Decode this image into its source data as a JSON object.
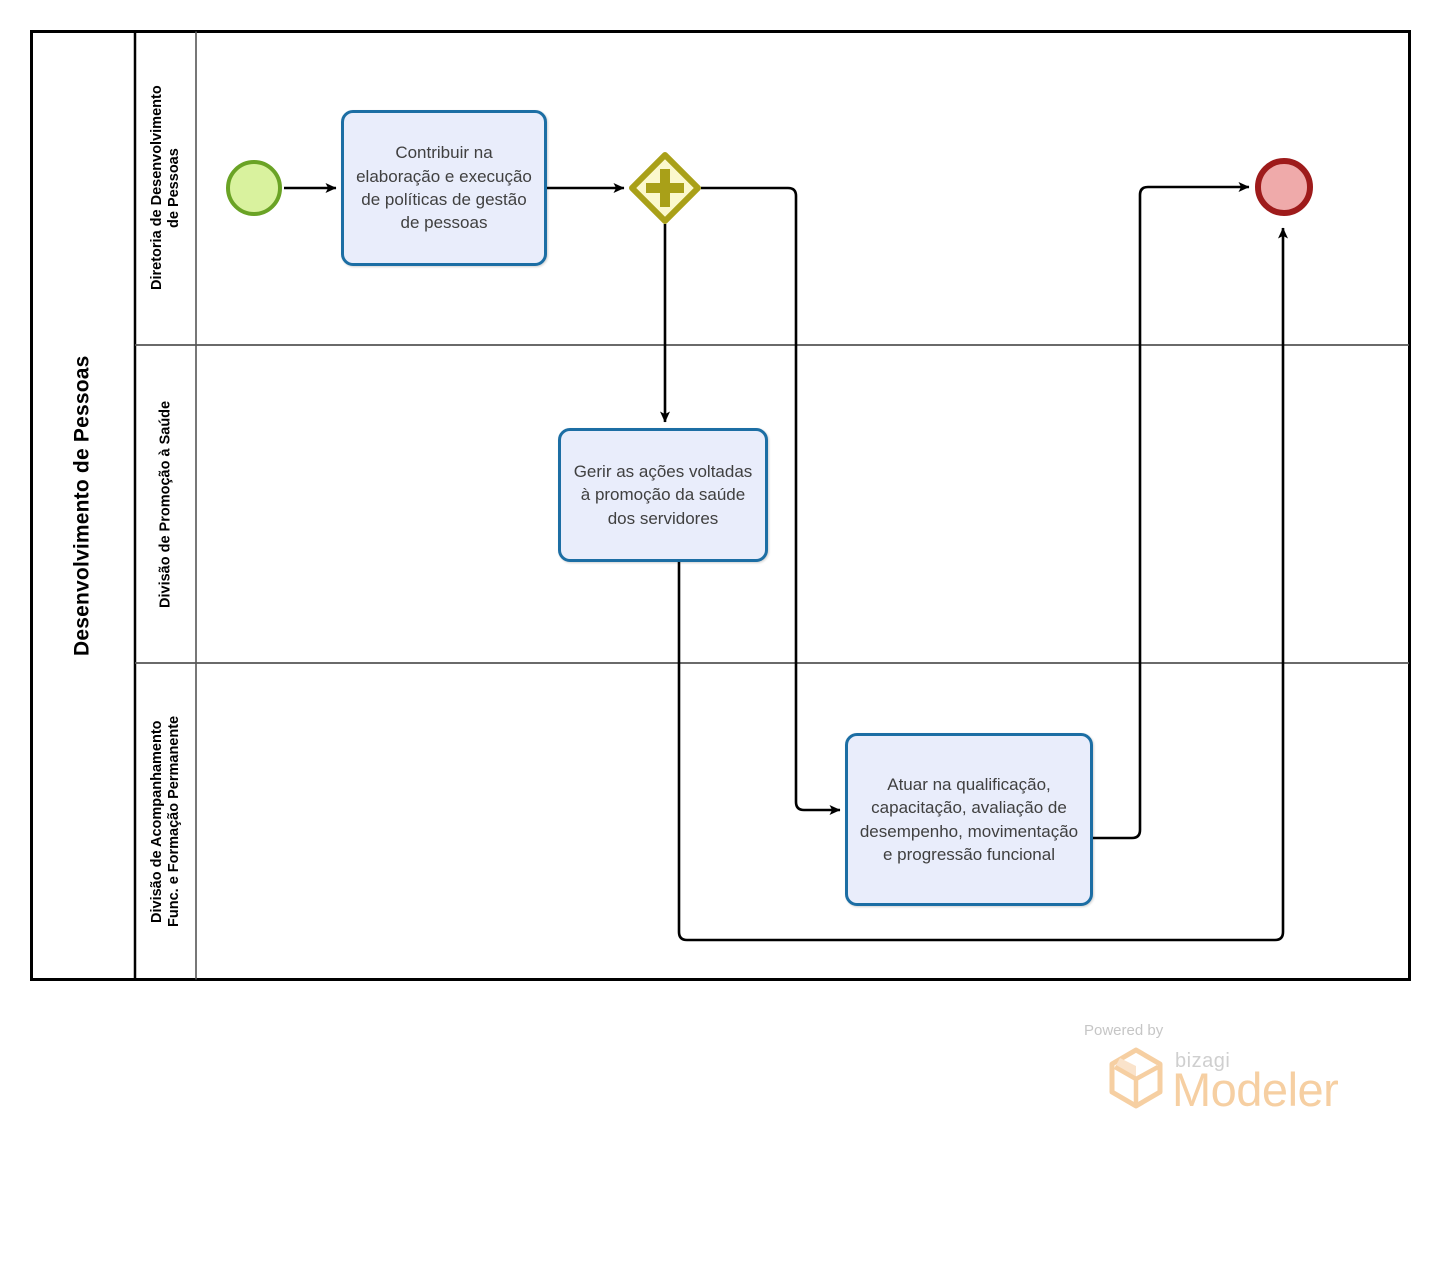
{
  "diagram": {
    "type": "bpmn-process",
    "notation": "BPMN 2.0",
    "pool": {
      "title": "Desenvolvimento de Pessoas",
      "lanes": [
        {
          "label": "Diretoria de Desenvolvimento\nde Pessoas"
        },
        {
          "label": "Divisão de Promoção à Saúde"
        },
        {
          "label": "Divisão de Acompanhamento\nFunc. e Formação Permanente"
        }
      ]
    },
    "events": [
      {
        "id": "start",
        "kind": "start-event",
        "label": "",
        "lane": 0
      },
      {
        "id": "end",
        "kind": "end-event",
        "label": "",
        "lane": 0
      }
    ],
    "gateways": [
      {
        "id": "gw-1",
        "kind": "parallel-gateway",
        "symbol": "+",
        "label": "",
        "lane": 0
      }
    ],
    "tasks": [
      {
        "id": "task-0",
        "lane": 0,
        "label": "Contribuir na elaboração e execução de políticas de gestão de pessoas"
      },
      {
        "id": "task-1",
        "lane": 1,
        "label": "Gerir as ações voltadas à promoção da saúde dos servidores"
      },
      {
        "id": "task-2",
        "lane": 2,
        "label": "Atuar na qualificação, capacitação, avaliação de desempenho, movimentação e progressão funcional"
      }
    ],
    "flows": [
      {
        "from": "start",
        "to": "task-0",
        "label": ""
      },
      {
        "from": "task-0",
        "to": "gw-1",
        "label": ""
      },
      {
        "from": "gw-1",
        "to": "task-1",
        "label": ""
      },
      {
        "from": "gw-1",
        "to": "task-2",
        "label": ""
      },
      {
        "from": "task-1",
        "to": "end",
        "label": ""
      },
      {
        "from": "task-2",
        "to": "end",
        "label": ""
      }
    ]
  },
  "watermark": {
    "powered_by": "Powered by",
    "brand": "bizagi",
    "product": "Modeler"
  },
  "colors": {
    "task_fill": "#e9edfb",
    "task_border": "#1c6ea4",
    "start_fill": "#d9f29e",
    "start_border": "#6aa325",
    "end_fill": "#efaaaa",
    "end_border": "#9e1b1b",
    "gateway_fill": "#fbf8cd",
    "gateway_border": "#a9a018",
    "gateway_symbol": "#a9a018",
    "pool_border": "#000000",
    "lane_border": "#555555",
    "flow_line": "#000000",
    "watermark_orange": "#f6cfa2"
  }
}
